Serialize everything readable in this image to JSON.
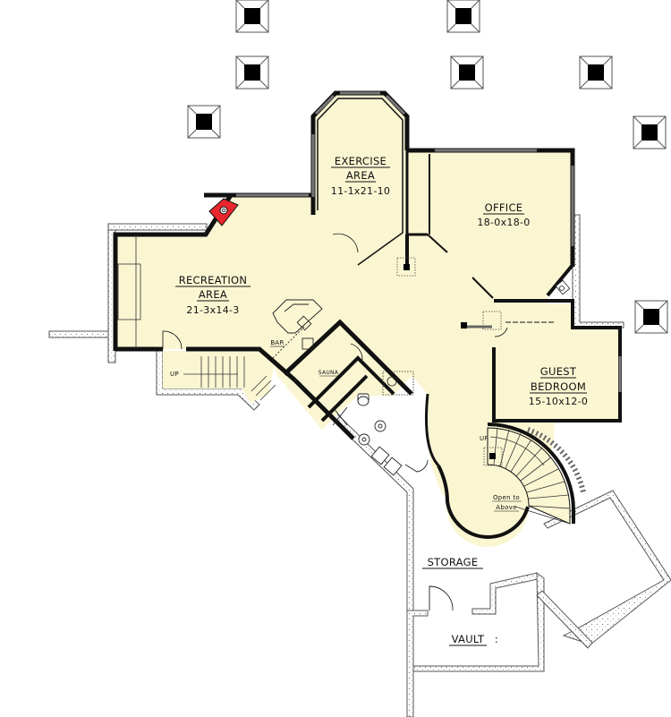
{
  "plan": {
    "type": "basement floor plan",
    "colors": {
      "floor_fill": "#FBF6D2",
      "wall": "#111111",
      "foundation_fill": "#ffffff",
      "foundation_stroke": "#666666",
      "window": "#777777",
      "fireplace": "#E8262B",
      "background": "#ffffff"
    },
    "rooms": [
      {
        "id": "recreation",
        "name_line1": "RECREATION",
        "name_line2": "AREA",
        "dimensions": "21-3x14-3"
      },
      {
        "id": "exercise",
        "name_line1": "EXERCISE",
        "name_line2": "AREA",
        "dimensions": "11-1x21-10"
      },
      {
        "id": "office",
        "name_line1": "OFFICE",
        "dimensions": "18-0x18-0"
      },
      {
        "id": "guest",
        "name_line1": "GUEST",
        "name_line2": "BEDROOM",
        "dimensions": "15-10x12-0"
      },
      {
        "id": "storage",
        "name_line1": "STORAGE"
      },
      {
        "id": "vault",
        "name_line1": "VAULT"
      }
    ],
    "small_labels": {
      "bar": "BAR",
      "sauna": "SAUNA",
      "stair_left_up": "UP",
      "stair_spiral_up": "UP",
      "open_to_line1": "Open to",
      "open_to_line2": "Above"
    },
    "icons": {
      "piers": "pier-icon",
      "fireplace": "fireplace-icon",
      "spiral_stair": "spiral-stair-icon",
      "straight_stair": "straight-stair-icon",
      "toilet": "toilet-icon",
      "washer_dryer": "washer-dryer-icon",
      "water_heater": "water-heater-icon"
    }
  }
}
